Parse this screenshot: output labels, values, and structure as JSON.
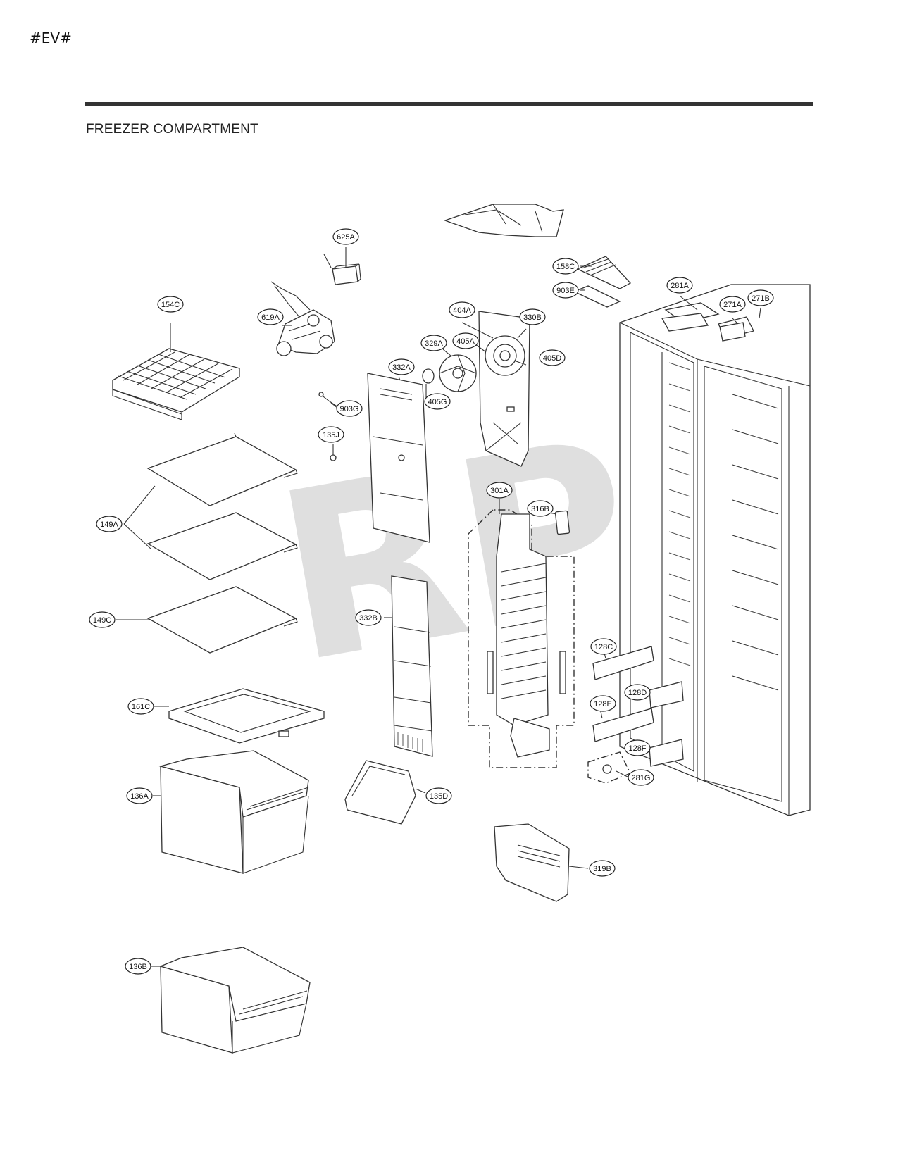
{
  "header": {
    "code": "#EV#",
    "section_title": "FREEZER COMPARTMENT"
  },
  "watermark": "RPI",
  "parts": [
    {
      "id": "625A"
    },
    {
      "id": "158C"
    },
    {
      "id": "903E"
    },
    {
      "id": "281A"
    },
    {
      "id": "271A"
    },
    {
      "id": "271B"
    },
    {
      "id": "154C"
    },
    {
      "id": "619A"
    },
    {
      "id": "404A"
    },
    {
      "id": "330B"
    },
    {
      "id": "405A"
    },
    {
      "id": "329A"
    },
    {
      "id": "405D"
    },
    {
      "id": "332A"
    },
    {
      "id": "405G"
    },
    {
      "id": "903G"
    },
    {
      "id": "135J"
    },
    {
      "id": "149A"
    },
    {
      "id": "301A"
    },
    {
      "id": "316B"
    },
    {
      "id": "149C"
    },
    {
      "id": "332B"
    },
    {
      "id": "128C"
    },
    {
      "id": "128D"
    },
    {
      "id": "128E"
    },
    {
      "id": "161C"
    },
    {
      "id": "128F"
    },
    {
      "id": "281G"
    },
    {
      "id": "136A"
    },
    {
      "id": "135D"
    },
    {
      "id": "319B"
    },
    {
      "id": "136B"
    }
  ]
}
